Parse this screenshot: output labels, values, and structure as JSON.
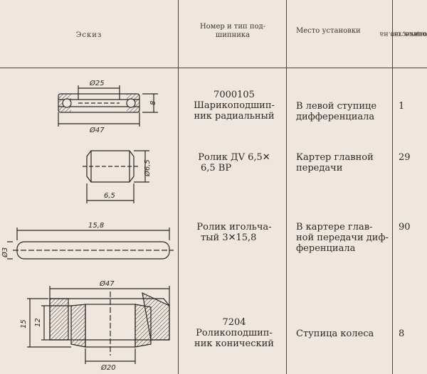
{
  "header": {
    "sketch": "Эскиз",
    "number_line1": "Номер и тип под-",
    "number_line2": "шипника",
    "place": "Место установки",
    "qty_line1": "Количество на",
    "qty_line2": "мотоцикл, шт."
  },
  "rows": [
    {
      "number_lines": [
        "7000105",
        "Шарикоподшип-",
        "ник радиальный"
      ],
      "place_lines": [
        "В левой ступице",
        "дифференциала"
      ],
      "qty": "1",
      "dims": {
        "inner": "Ø25",
        "outer": "Ø47",
        "width": "8"
      }
    },
    {
      "number_lines": [
        "Ролик ДV 6,5✕",
        "6,5 ВР"
      ],
      "place_lines": [
        "Картер главной",
        "передачи"
      ],
      "qty": "29",
      "dims": {
        "dia": "Ø6,5",
        "len": "6,5"
      }
    },
    {
      "number_lines": [
        "Ролик иголь­ча-",
        "тый 3✕15,8"
      ],
      "place_lines": [
        "В картере глав-",
        "ной передачи диф-",
        "ференциала"
      ],
      "qty": "90",
      "dims": {
        "len": "15,8",
        "dia": "Ø3"
      }
    },
    {
      "number_lines": [
        "7204",
        "Роликоподшип-",
        "ник конический"
      ],
      "place_lines": [
        "Ступица колеса"
      ],
      "qty": "8",
      "dims": {
        "outer": "Ø47",
        "inner": "Ø20",
        "h1": "15",
        "h2": "12"
      }
    }
  ]
}
